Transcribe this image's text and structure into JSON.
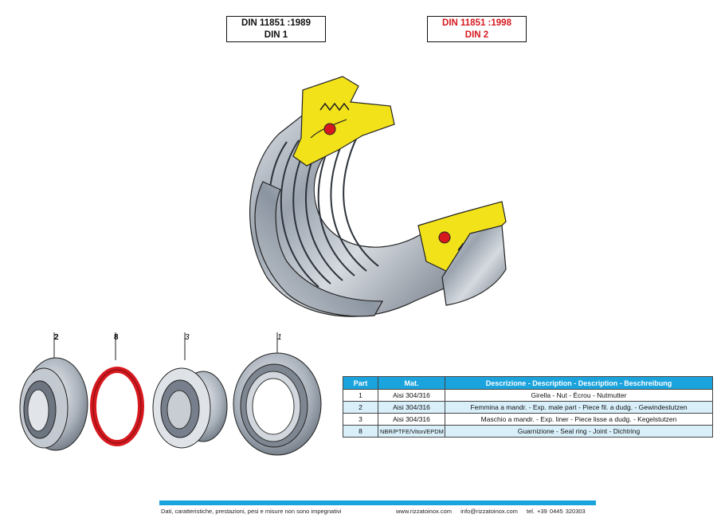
{
  "standards": [
    {
      "line1": "DIN 11851 :1989",
      "line2": "DIN 1",
      "color": "#111111"
    },
    {
      "line1": "DIN 11851 :1998",
      "line2": "DIN 2",
      "color": "#d6191f"
    }
  ],
  "part_labels": [
    "2",
    "8",
    "3",
    "1"
  ],
  "table": {
    "headers": [
      "Part",
      "Mat.",
      "Descrizione - Description - Description - Beschreibung"
    ],
    "rows": [
      {
        "part": "1",
        "mat": "Aisi 304/316",
        "desc": "Girella - Nut - Écrou - Nutmutter"
      },
      {
        "part": "2",
        "mat": "Aisi 304/316",
        "desc": "Femmina a mandr. - Exp. male part - Piece fil. a dudg. - Gewindestutzen"
      },
      {
        "part": "3",
        "mat": "Aisi 304/316",
        "desc": "Maschio a mandr. - Exp. liner - Piece lisse a dudg. - Kegelstutzen"
      },
      {
        "part": "8",
        "mat": "NBR/PTFE/Viton/EPDM",
        "desc": "Guarnizione - Seal ring - Joint - Dichtring"
      }
    ]
  },
  "footer": {
    "disclaimer": "Dati, caratteristiche, prestazioni, pesi e misure non sono impegnativi",
    "website": "www.rizzatoinox.com",
    "email": "info@rizzatoinox.com",
    "phone": "tel. +39 0445 320303"
  },
  "colors": {
    "accent": "#1aa3dd",
    "highlight_red": "#d6191f",
    "section_yellow": "#f2e21a"
  }
}
